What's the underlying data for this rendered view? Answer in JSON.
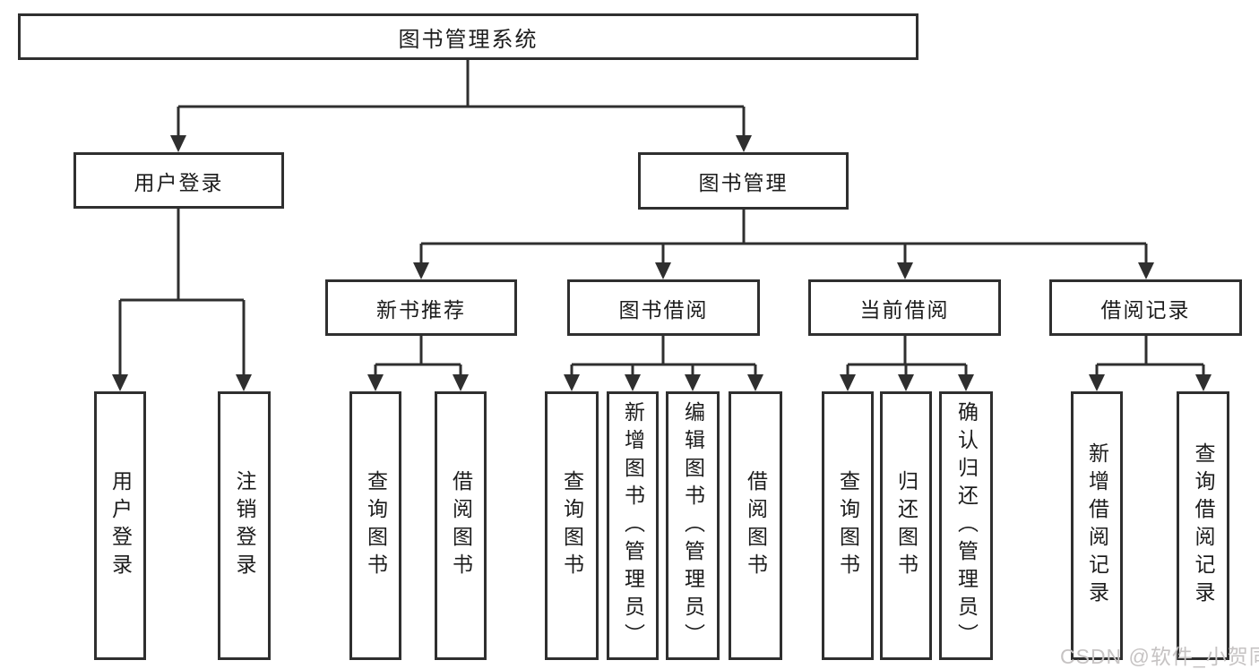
{
  "tree": {
    "root": {
      "label": "图书管理系统"
    },
    "children": [
      {
        "label": "用户登录",
        "children": [
          {
            "label": "用户登录"
          },
          {
            "label": "注销登录"
          }
        ]
      },
      {
        "label": "图书管理",
        "children": [
          {
            "label": "新书推荐",
            "children": [
              {
                "label": "查询图书"
              },
              {
                "label": "借阅图书"
              }
            ]
          },
          {
            "label": "图书借阅",
            "children": [
              {
                "label": "查询图书"
              },
              {
                "label": "新增图书（管理员）"
              },
              {
                "label": "编辑图书（管理员）"
              },
              {
                "label": "借阅图书"
              }
            ]
          },
          {
            "label": "当前借阅",
            "children": [
              {
                "label": "查询图书"
              },
              {
                "label": "归还图书"
              },
              {
                "label": "确认归还（管理员）"
              }
            ]
          },
          {
            "label": "借阅记录",
            "children": [
              {
                "label": "新增借阅记录"
              },
              {
                "label": "查询借阅记录"
              }
            ]
          }
        ]
      }
    ]
  },
  "watermark": {
    "text": "CSDN @软件_小贺同学"
  },
  "colors": {
    "line": "#2f2f2f",
    "text": "#1c1c1c",
    "watermark": "#c6c3c3",
    "background": "#ffffff"
  }
}
